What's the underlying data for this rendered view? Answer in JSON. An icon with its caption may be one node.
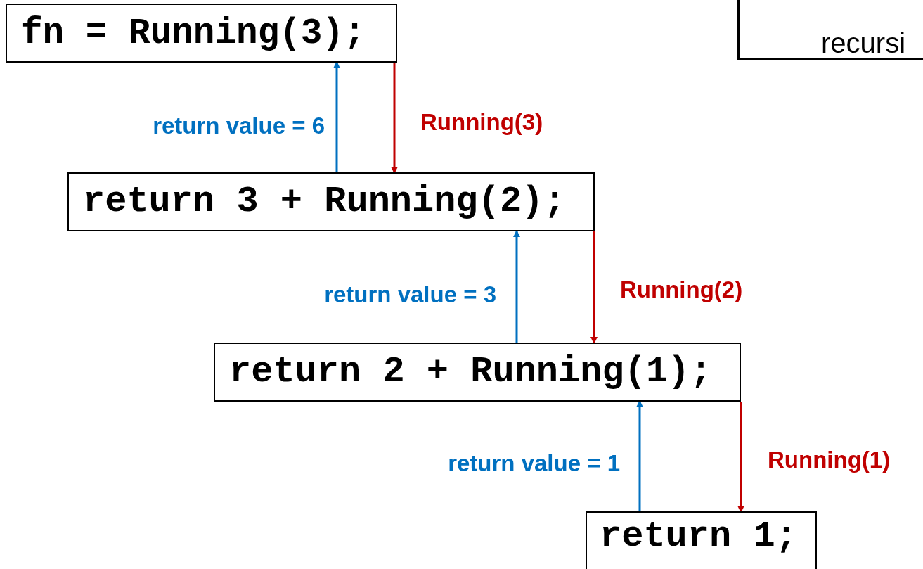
{
  "diagram": {
    "nodes": [
      {
        "text": [
          "fn = Running(3);"
        ]
      },
      {
        "text": [
          "return 3 + Running(2);"
        ]
      },
      {
        "text": [
          "return 2 + Running(1);"
        ]
      },
      {
        "text": [
          "return 1;"
        ]
      },
      {
        "text": [
          "recursi"
        ]
      }
    ],
    "edges": [
      {
        "from": 1,
        "to": 0,
        "arrow": "to",
        "label": "return value = 6",
        "color": "#0070c0"
      },
      {
        "from": 0,
        "to": 1,
        "arrow": "to",
        "label": "Running(3)",
        "color": "#c00000"
      },
      {
        "from": 2,
        "to": 1,
        "arrow": "to",
        "label": "return value = 3",
        "color": "#0070c0"
      },
      {
        "from": 1,
        "to": 2,
        "arrow": "to",
        "label": "Running(2)",
        "color": "#c00000"
      },
      {
        "from": 3,
        "to": 2,
        "arrow": "to",
        "label": "return value = 1",
        "color": "#0070c0"
      },
      {
        "from": 2,
        "to": 3,
        "arrow": "to",
        "label": "Running(1)",
        "color": "#c00000"
      }
    ]
  }
}
